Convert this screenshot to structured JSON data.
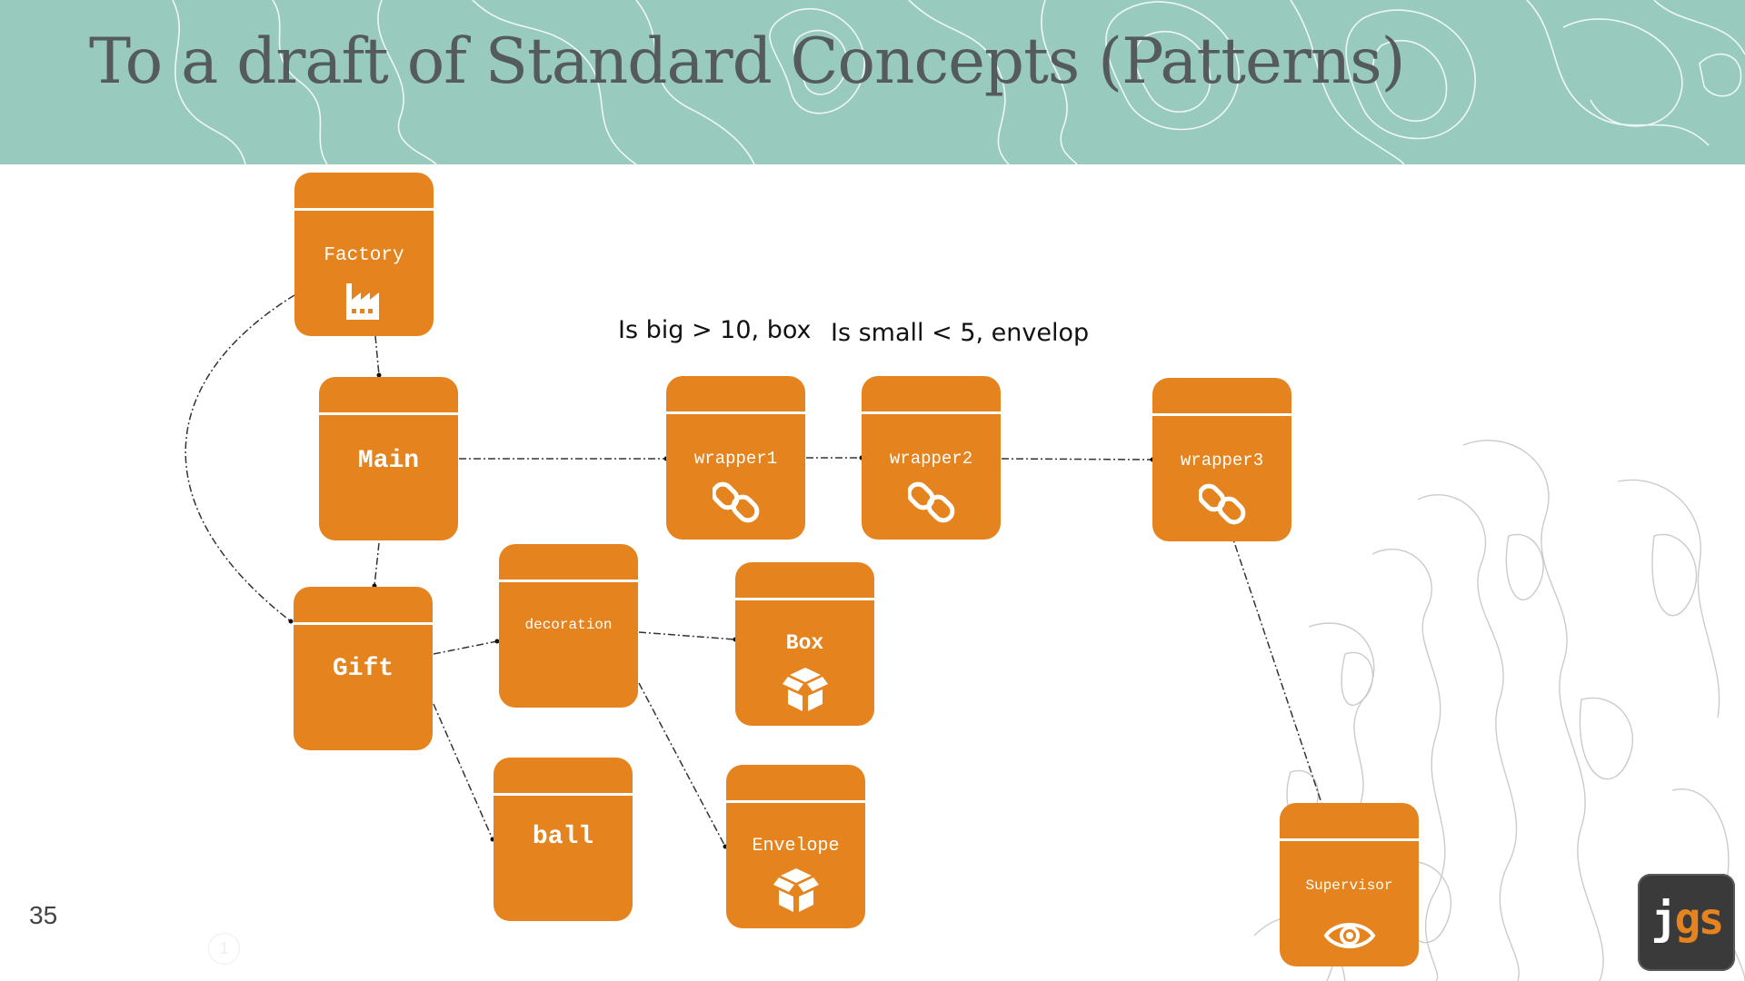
{
  "slide": {
    "title": "To a draft of Standard Concepts (Patterns)",
    "number": "35",
    "corner_mark": "1",
    "logo_text": "jgs",
    "colors": {
      "banner": "#98cabe",
      "node": "#e5841f",
      "title": "#555a5d",
      "logo_bg": "#3a3a3a",
      "logo_j": "#ffffff",
      "logo_gs": "#e5841f"
    }
  },
  "annotations": {
    "rule_big": "Is big > 10, box",
    "rule_small": "Is small < 5, envelop"
  },
  "nodes": {
    "factory": {
      "label": "Factory",
      "icon": "factory-icon"
    },
    "main": {
      "label": "Main"
    },
    "gift": {
      "label": "Gift"
    },
    "decoration": {
      "label": "decoration"
    },
    "ball": {
      "label": "ball"
    },
    "wrapper1": {
      "label": "wrapper1",
      "icon": "chain-link-icon"
    },
    "wrapper2": {
      "label": "wrapper2",
      "icon": "chain-link-icon"
    },
    "wrapper3": {
      "label": "wrapper3",
      "icon": "chain-link-icon"
    },
    "box": {
      "label": "Box",
      "icon": "package-icon"
    },
    "envelope": {
      "label": "Envelope",
      "icon": "package-icon"
    },
    "supervisor": {
      "label": "Supervisor",
      "icon": "eye-icon"
    }
  },
  "edges": [
    {
      "from": "Factory",
      "to": "Main"
    },
    {
      "from": "Factory",
      "to": "Gift"
    },
    {
      "from": "Main",
      "to": "Gift"
    },
    {
      "from": "Main",
      "to": "wrapper1"
    },
    {
      "from": "wrapper1",
      "to": "wrapper2"
    },
    {
      "from": "wrapper2",
      "to": "wrapper3"
    },
    {
      "from": "wrapper3",
      "to": "Supervisor"
    },
    {
      "from": "Gift",
      "to": "decoration"
    },
    {
      "from": "Gift",
      "to": "ball"
    },
    {
      "from": "decoration",
      "to": "Box"
    },
    {
      "from": "decoration",
      "to": "Envelope"
    }
  ]
}
